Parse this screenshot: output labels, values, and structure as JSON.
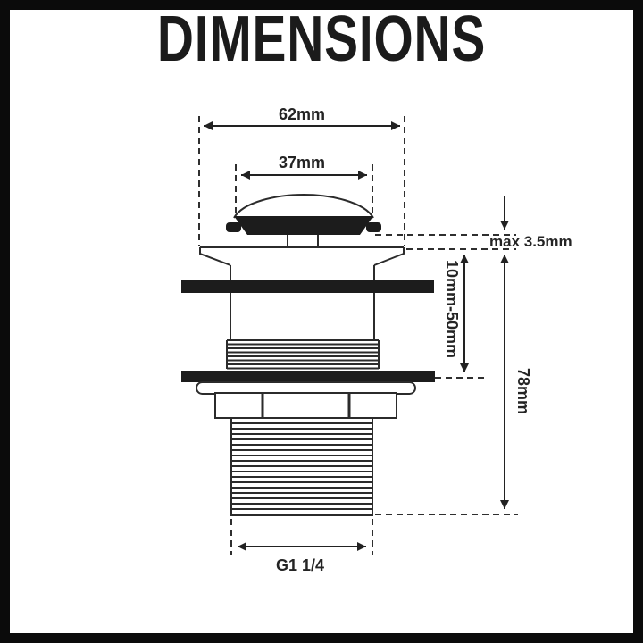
{
  "title": "DIMENSIONS",
  "colors": {
    "line": "#2b2b2b",
    "fill": "#1c1c1c",
    "background": "#ffffff",
    "frame": "#0b0b0b"
  },
  "labels": {
    "flange_width": "62mm",
    "cap_width": "37mm",
    "cap_clearance": "max 3.5mm",
    "mount_thickness_range": "10mm-50mm",
    "total_height": "78mm",
    "thread_size": "G1 1/4"
  }
}
